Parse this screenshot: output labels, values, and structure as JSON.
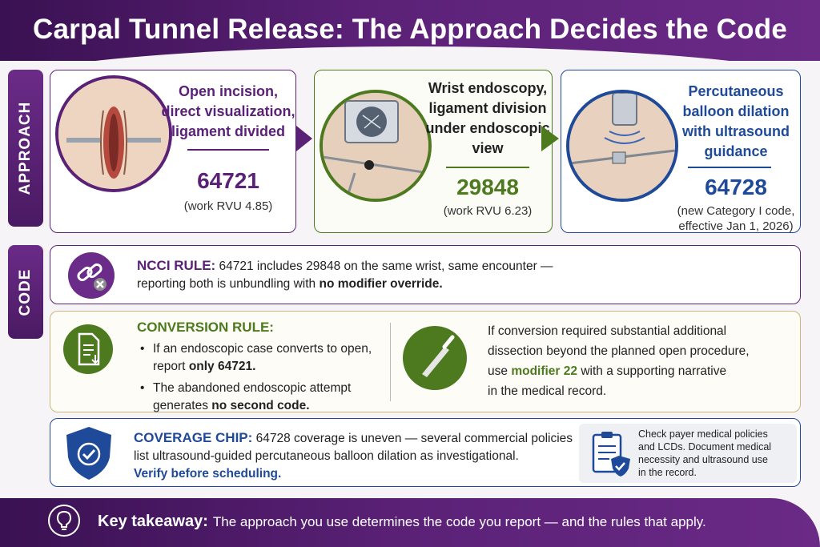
{
  "title": "Carpal Tunnel Release: The Approach Decides the Code",
  "tabs": {
    "approach": "APPROACH",
    "code": "CODE"
  },
  "approaches": [
    {
      "description_lines": [
        "Open incision,",
        "direct visualization,",
        "ligament divided"
      ],
      "code": "64721",
      "note_lines": [
        "(work RVU 4.85)"
      ],
      "color": "#5b2177"
    },
    {
      "description_lines": [
        "Wrist endoscopy,",
        "ligament division",
        "under endoscopic",
        "view"
      ],
      "code": "29848",
      "note_lines": [
        "(work RVU 6.23)"
      ],
      "color": "#4d7a1f"
    },
    {
      "description_lines": [
        "Percutaneous",
        "balloon dilation",
        "with ultrasound",
        "guidance"
      ],
      "code": "64728",
      "note_lines": [
        "(new Category I code,",
        "effective Jan 1, 2026)"
      ],
      "color": "#1f4a99"
    }
  ],
  "ncci": {
    "label": "NCCI RULE:",
    "text": " 64721 includes 29848 on the same wrist, same encounter —",
    "text2": "reporting both is unbundling with ",
    "emph": "no modifier override."
  },
  "conversion": {
    "label": "CONVERSION RULE:",
    "b1_pre": "If an endoscopic case converts to open,",
    "b1_pre2": "report ",
    "b1_emph": "only 64721.",
    "b2_pre": "The abandoned endoscopic attempt",
    "b2_pre2": "generates ",
    "b2_emph": "no second code.",
    "mod_l1": "If conversion required substantial additional",
    "mod_l2": "dissection beyond the planned open procedure,",
    "mod_l3_pre": "use ",
    "mod_l3_emph": "modifier 22",
    "mod_l3_post": " with a supporting narrative",
    "mod_l4": "in the medical record."
  },
  "coverage": {
    "label": "COVERAGE CHIP:",
    "l1": " 64728 coverage is uneven — several commercial policies",
    "l2": "list ultrasound-guided percutaneous balloon dilation as investigational.",
    "verify": "Verify before scheduling.",
    "tip_lines": [
      "Check payer medical policies",
      "and LCDs. Document medical",
      "necessity and ultrasound use",
      "in the record."
    ]
  },
  "takeaway": {
    "label": "Key takeaway:",
    "text": "The approach you use determines the code you report — and the rules that apply."
  },
  "colors": {
    "purple": "#5b2177",
    "green": "#4d7a1f",
    "blue": "#1f4a99"
  }
}
